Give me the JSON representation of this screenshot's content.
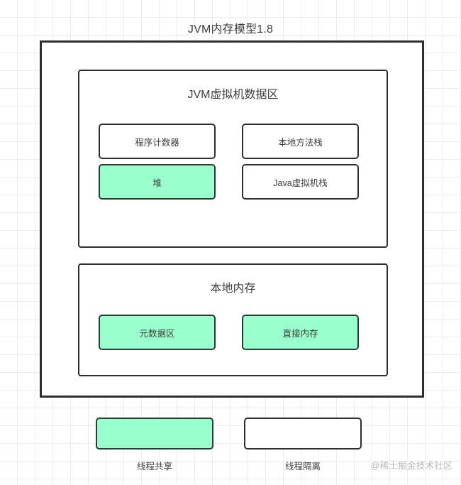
{
  "diagram": {
    "title": "JVM内存模型1.8",
    "sections": [
      {
        "id": "jvm-data-area",
        "title": "JVM虚拟机数据区",
        "boxes": [
          {
            "label": "程序计数器",
            "type": "isolated"
          },
          {
            "label": "本地方法栈",
            "type": "isolated"
          },
          {
            "label": "堆",
            "type": "shared"
          },
          {
            "label": "Java虚拟机栈",
            "type": "isolated"
          }
        ]
      },
      {
        "id": "native-memory",
        "title": "本地内存",
        "boxes": [
          {
            "label": "元数据区",
            "type": "shared"
          },
          {
            "label": "直接内存",
            "type": "shared"
          }
        ]
      }
    ]
  },
  "legend": {
    "shared_label": "线程共享",
    "isolated_label": "线程隔离"
  },
  "watermark": {
    "text": "@稀土掘金技术社区"
  },
  "colors": {
    "shared_fill": "#99FFCC",
    "border": "#2e2e2e",
    "text": "#3c3c3c",
    "grid": "#ededed",
    "watermark": "#b8b8b8"
  }
}
